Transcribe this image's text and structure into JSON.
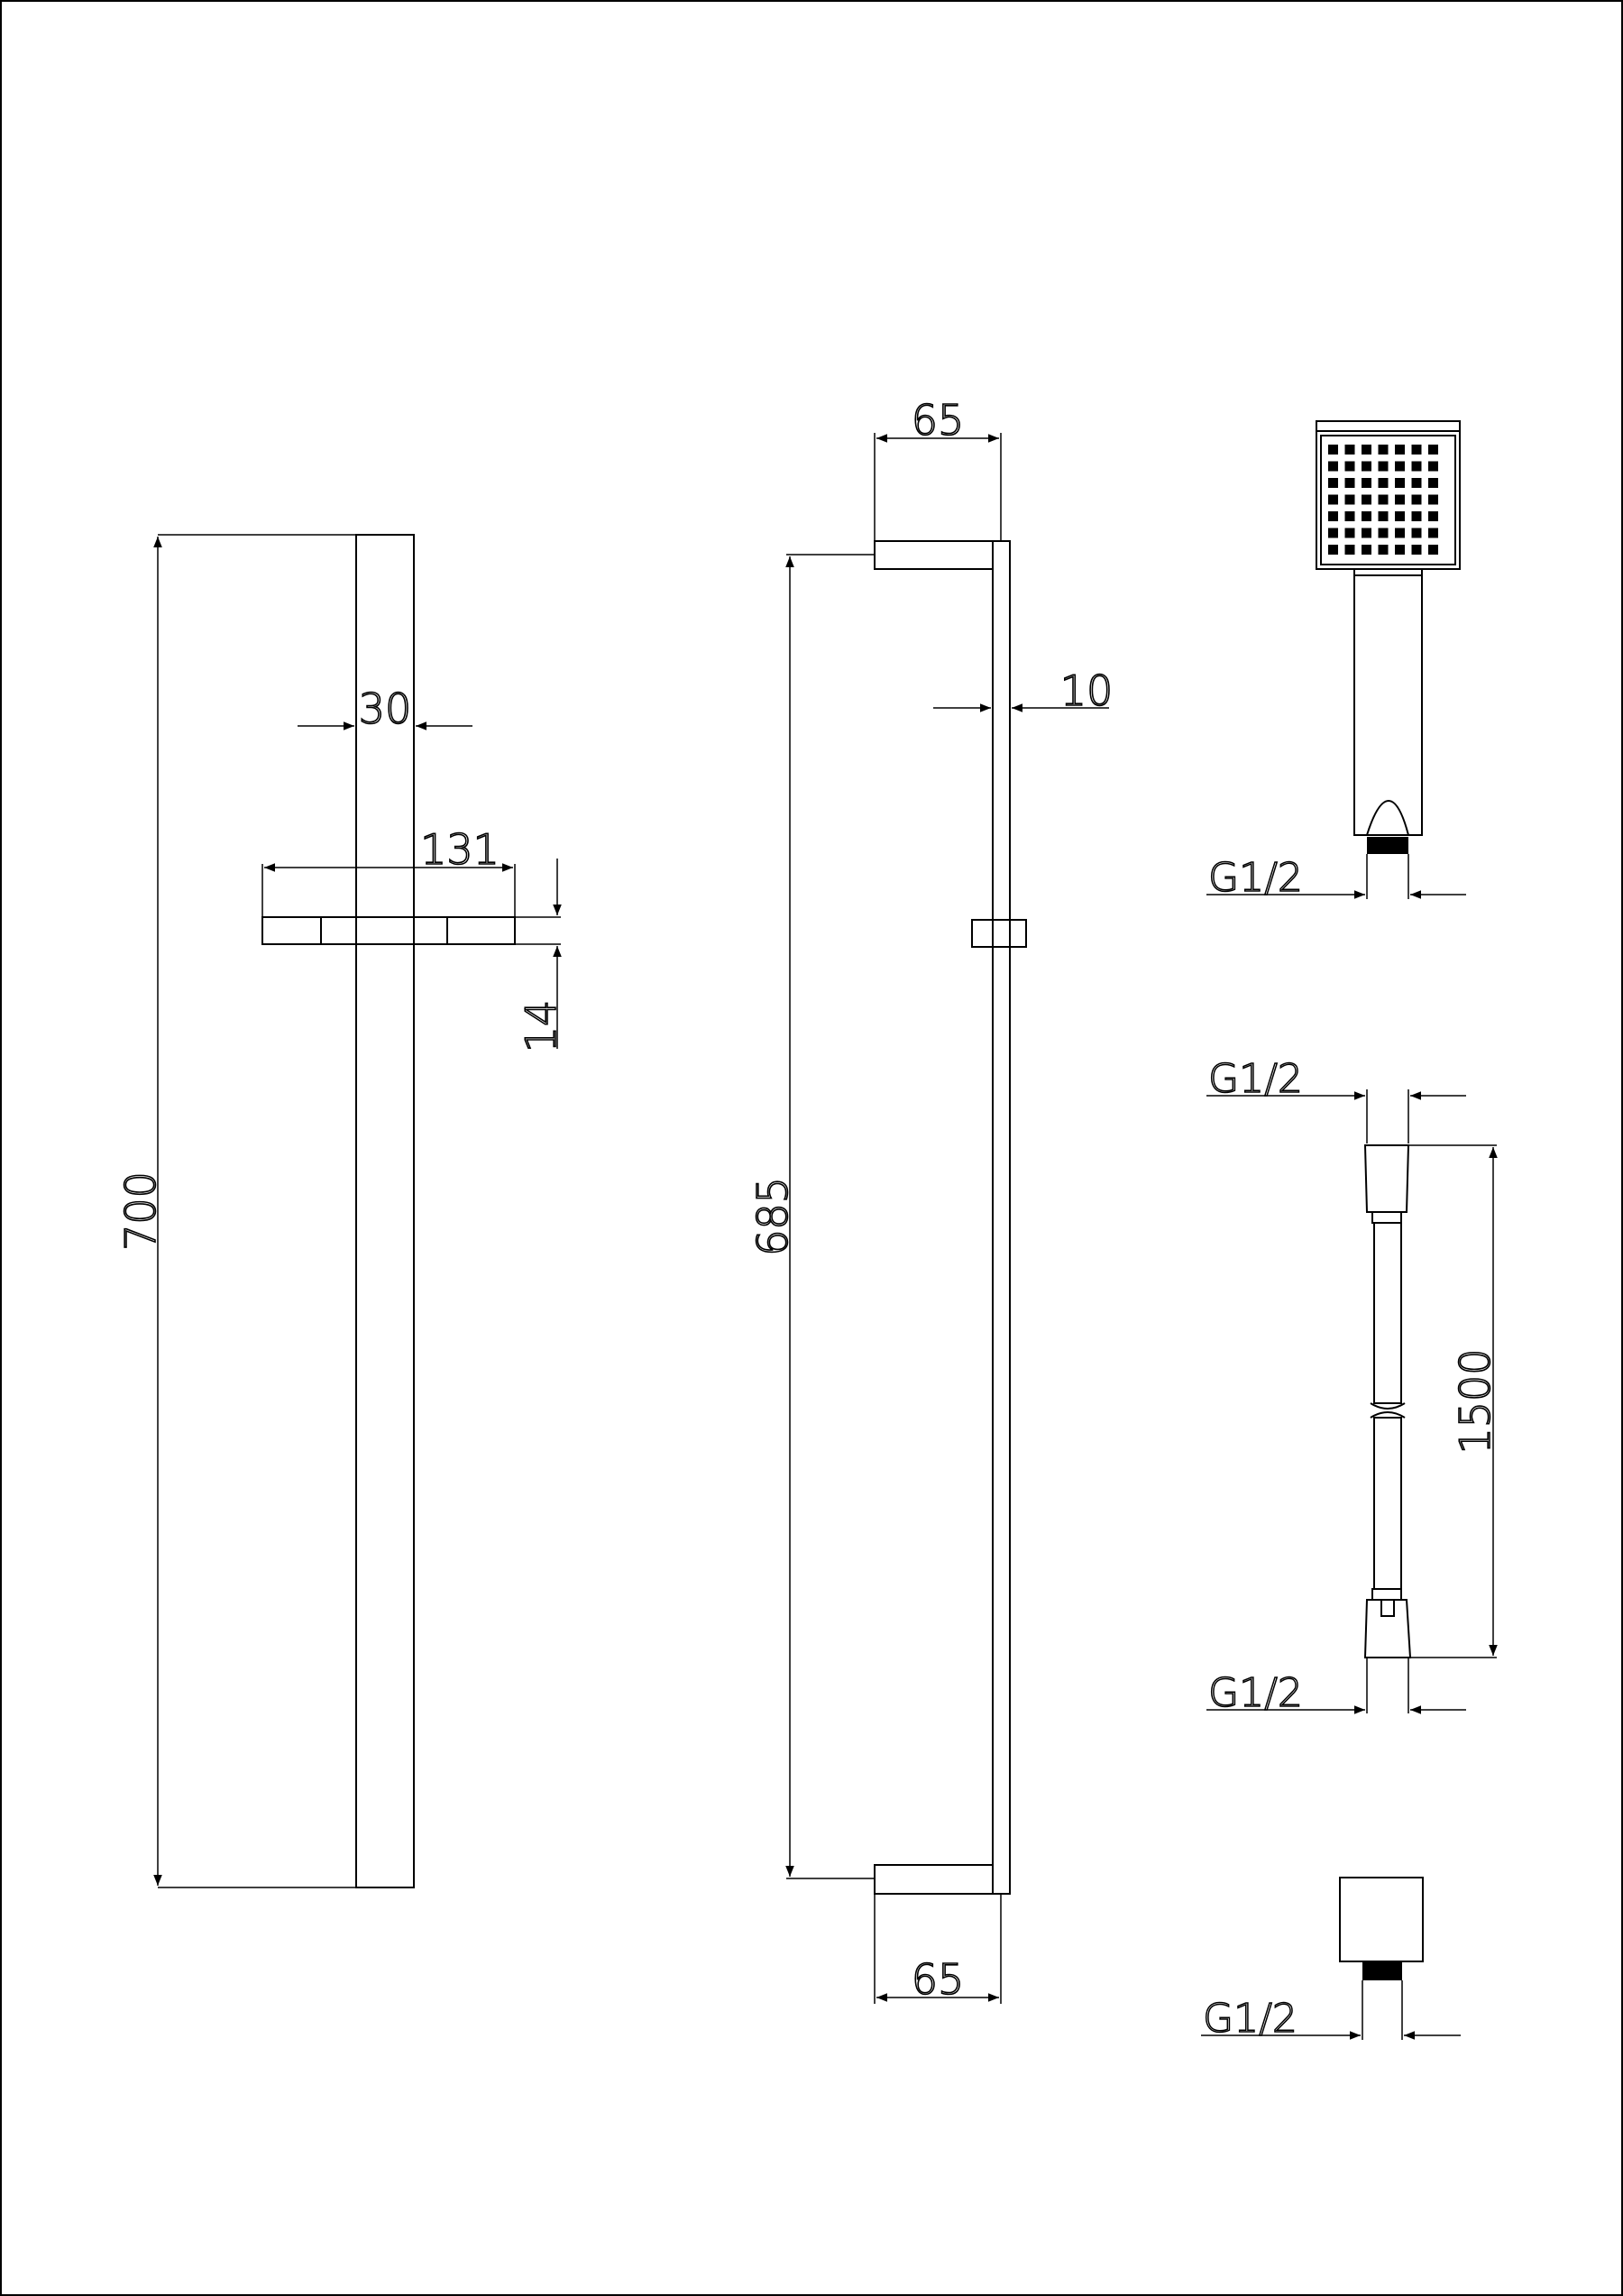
{
  "dimensions": {
    "rail_length": "700",
    "rail_width": "30",
    "holder_width": "131",
    "holder_height": "14",
    "bracket_top_depth": "65",
    "rail_thickness": "10",
    "bracket_span": "685",
    "bracket_bottom_depth": "65",
    "hose_length": "1500"
  },
  "threads": {
    "handset_thread": "G1/2",
    "hose_top_thread": "G1/2",
    "hose_bottom_thread": "G1/2",
    "outlet_thread": "G1/2"
  }
}
